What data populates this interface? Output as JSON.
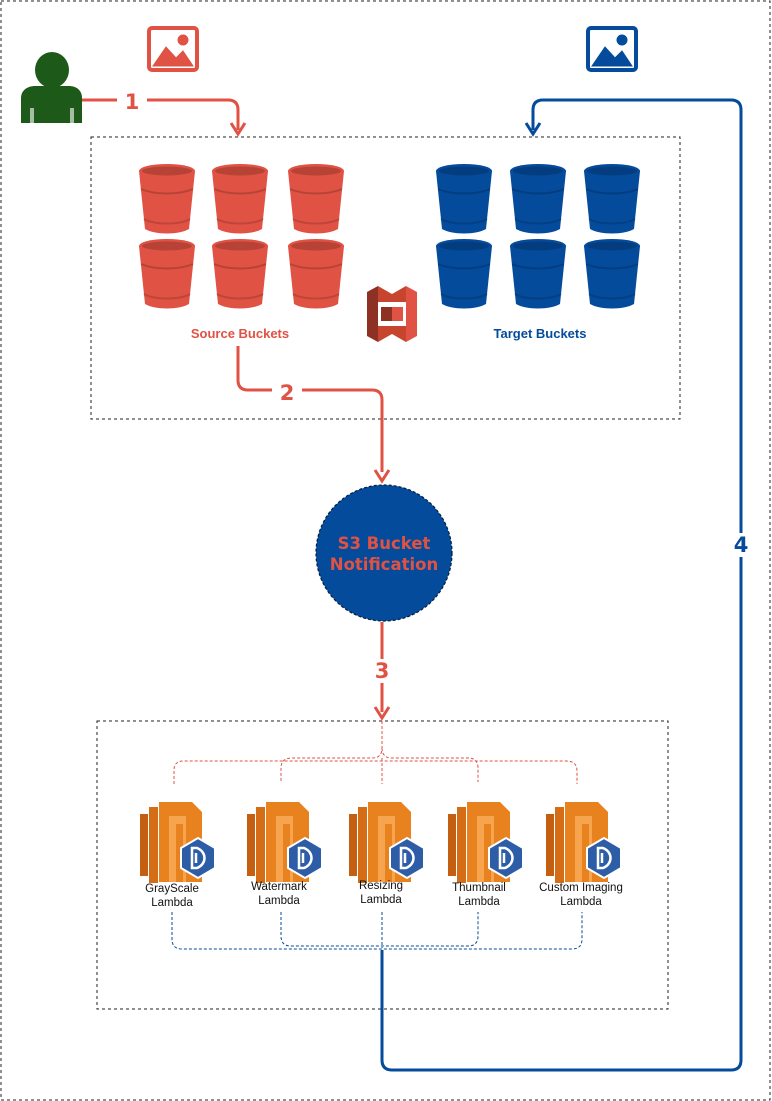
{
  "colors": {
    "source": "#e05243",
    "target": "#054b9b",
    "user": "#1d5a1a",
    "lambda_orange": "#e8821e",
    "lambda_badge": "#2e5da8"
  },
  "icons": {
    "user": "user-icon",
    "source_image": "image-icon",
    "target_image": "image-icon",
    "s3": "aws-s3-icon",
    "bucket": "bucket-icon",
    "lambda": "aws-lambda-icon"
  },
  "storage": {
    "source_label": "Source Buckets",
    "target_label": "Target Buckets",
    "source_bucket_count": 6,
    "target_bucket_count": 6
  },
  "notification": {
    "line1": "S3 Bucket",
    "line2": "Notification"
  },
  "steps": [
    "1",
    "2",
    "3",
    "4"
  ],
  "lambdas": [
    {
      "line1": "GrayScale",
      "line2": "Lambda"
    },
    {
      "line1": "Watermark",
      "line2": "Lambda"
    },
    {
      "line1": "Resizing",
      "line2": "Lambda"
    },
    {
      "line1": "Thumbnail",
      "line2": "Lambda"
    },
    {
      "line1": "Custom Imaging",
      "line2": "Lambda"
    }
  ]
}
